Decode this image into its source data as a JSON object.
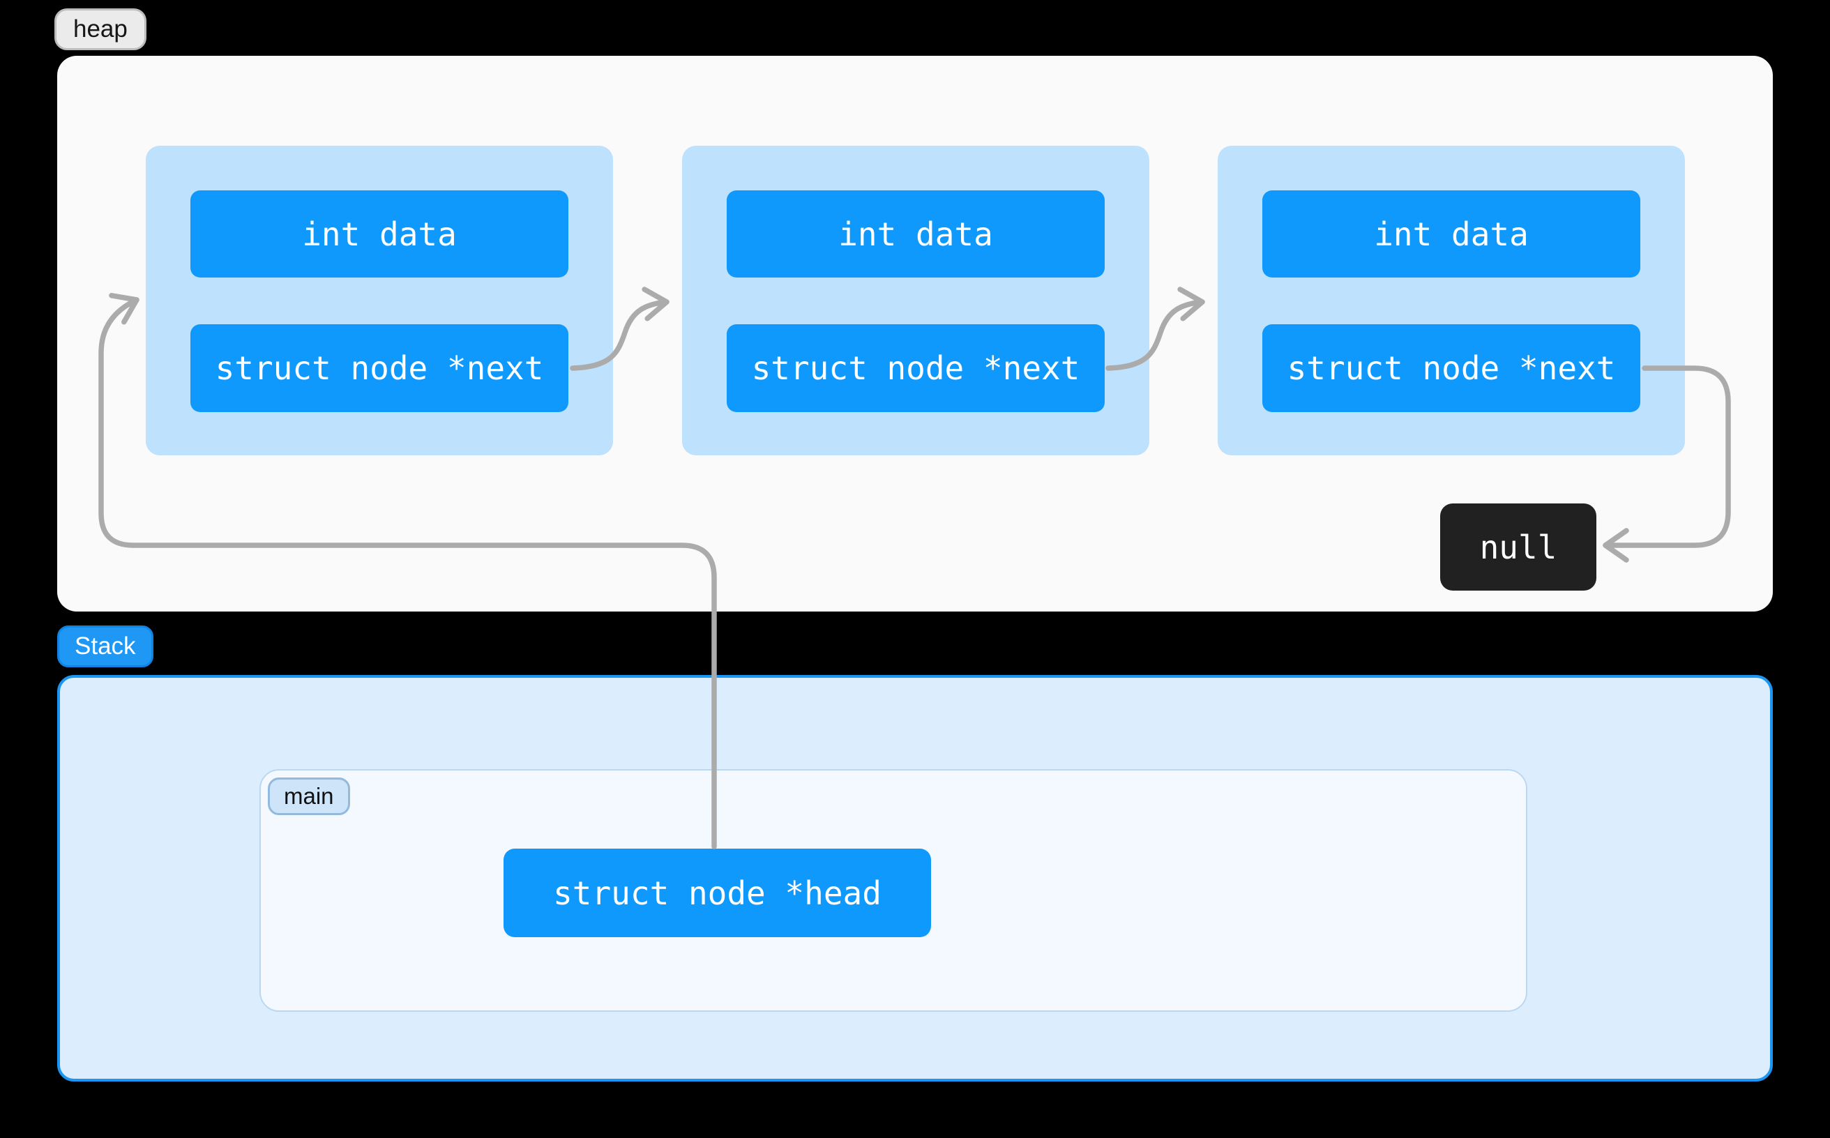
{
  "heap": {
    "badge_label": "heap",
    "nodes": [
      {
        "data_field": "int data",
        "next_field": "struct node *next"
      },
      {
        "data_field": "int data",
        "next_field": "struct node *next"
      },
      {
        "data_field": "int data",
        "next_field": "struct node *next"
      }
    ],
    "null_label": "null"
  },
  "stack": {
    "badge_label": "Stack",
    "main_frame": {
      "badge_label": "main",
      "head_variable": "struct node *head"
    }
  },
  "arrows": [
    {
      "name": "head-to-node1",
      "from": "struct node *head",
      "to": "node 1"
    },
    {
      "name": "node1-next-to-node2",
      "from": "node 1 *next",
      "to": "node 2"
    },
    {
      "name": "node2-next-to-node3",
      "from": "node 2 *next",
      "to": "node 3"
    },
    {
      "name": "node3-next-to-null",
      "from": "node 3 *next",
      "to": "null"
    }
  ],
  "colors": {
    "background": "#000000",
    "heap_bg": "#fafafa",
    "heap_badge_bg": "#ebebeb",
    "node_bg": "#bee1fd",
    "field_blue": "#0f99fc",
    "stack_bg": "#dceefd",
    "stack_border": "#1b96f3",
    "stack_badge_bg": "#1e98f4",
    "main_frame_bg": "#f3f9fe",
    "null_bg": "#212121",
    "arrow_gray": "#ababab"
  }
}
